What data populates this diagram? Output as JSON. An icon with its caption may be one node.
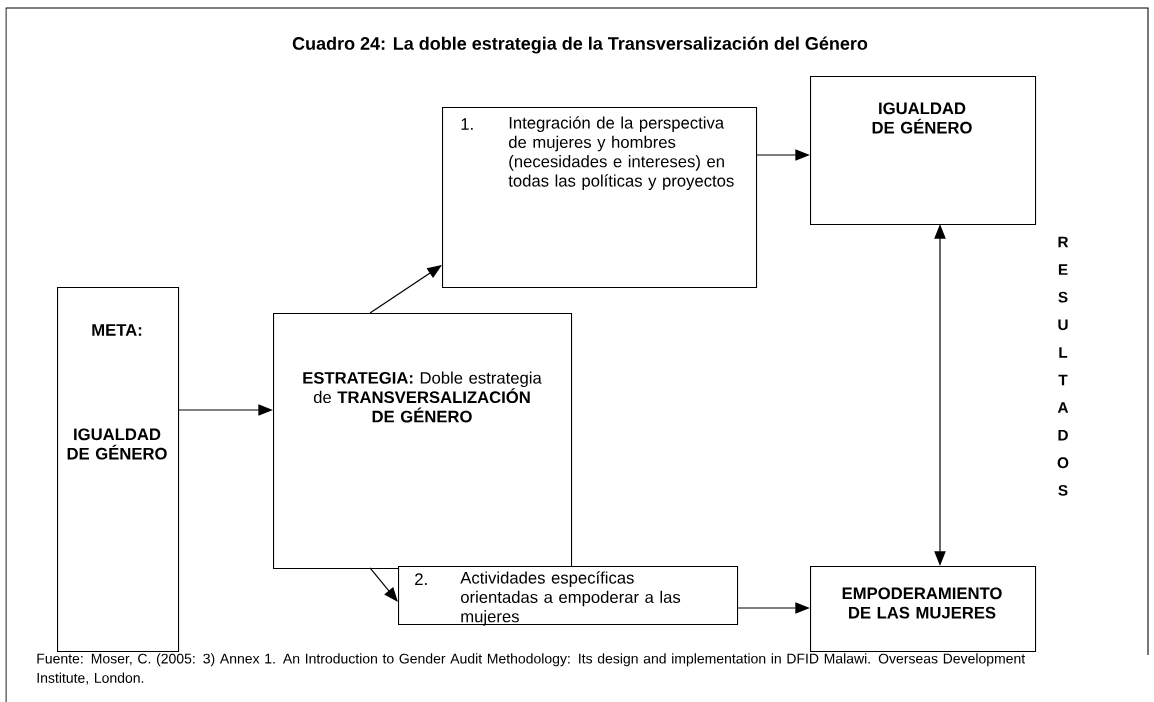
{
  "diagram": {
    "title": "Cuadro 24: La doble estrategia de la Transversalización del Género",
    "caption": "Fuente: Moser, C. (2005: 3) Annex 1. An Introduction to Gender Audit Methodology: Its design and implementation in DFID Malawi. Overseas Development Institute, London.",
    "nodes": [
      {
        "text": [
          "META:",
          "IGUALDAD DE GÉNERO"
        ]
      },
      {
        "text": [
          "**ESTRATEGIA:** Doble estrategia de **TRANSVERSALIZACIÓN DE GÉNERO**"
        ]
      },
      {
        "text": [
          "1.",
          "Integración de la perspectiva de mujeres y hombres (necesidades e intereses) en todas las políticas y proyectos"
        ]
      },
      {
        "text": [
          "IGUALDAD DE GÉNERO"
        ]
      },
      {
        "text": [
          "2.",
          "Actividades específicas orientadas a empoderar a las mujeres"
        ]
      },
      {
        "text": [
          "EMPODERAMIENTO DE LAS MUJERES"
        ]
      }
    ],
    "edges": [
      {
        "from": 0,
        "to": 1,
        "arrow": "to"
      },
      {
        "from": 1,
        "to": 2,
        "arrow": "to"
      },
      {
        "from": 1,
        "to": 4,
        "arrow": "to"
      },
      {
        "from": 2,
        "to": 3,
        "arrow": "to"
      },
      {
        "from": 4,
        "to": 5,
        "arrow": "to"
      },
      {
        "from": 3,
        "to": 5,
        "arrow": "both"
      }
    ],
    "labels": [
      "R",
      "E",
      "S",
      "U",
      "L",
      "T",
      "A",
      "D",
      "O",
      "S"
    ]
  }
}
